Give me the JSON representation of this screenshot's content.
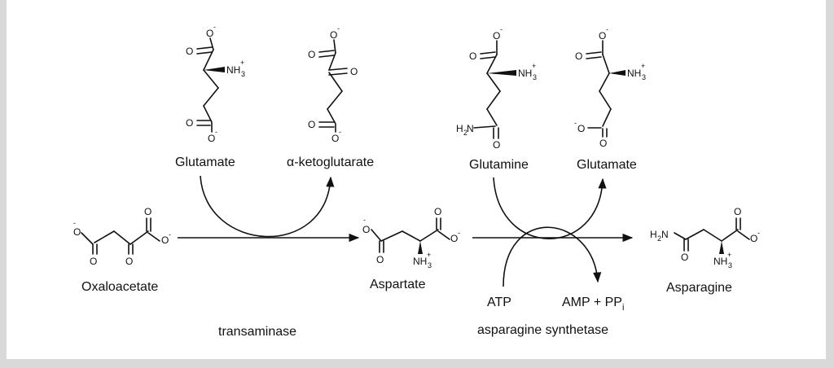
{
  "colors": {
    "background": "#d9d9d9",
    "panel": "#ffffff",
    "ink": "#111111"
  },
  "atoms": {
    "O": "O",
    "NH": "NH",
    "N": "N",
    "H2": "H",
    "two": "2",
    "three": "3",
    "plus": "+",
    "minus": "-"
  },
  "compounds": {
    "glutamate1": "Glutamate",
    "ketoglutarate": "α-ketoglutarate",
    "glutamine": "Glutamine",
    "glutamate2": "Glutamate",
    "oxaloacetate": "Oxaloacetate",
    "aspartate": "Aspartate",
    "asparagine": "Asparagine"
  },
  "cofactors": {
    "atp": "ATP",
    "amp_pp": "AMP + PP",
    "amp_pp_sub": "i"
  },
  "enzymes": {
    "transaminase": "transaminase",
    "asparagine_synthetase": "asparagine synthetase"
  }
}
